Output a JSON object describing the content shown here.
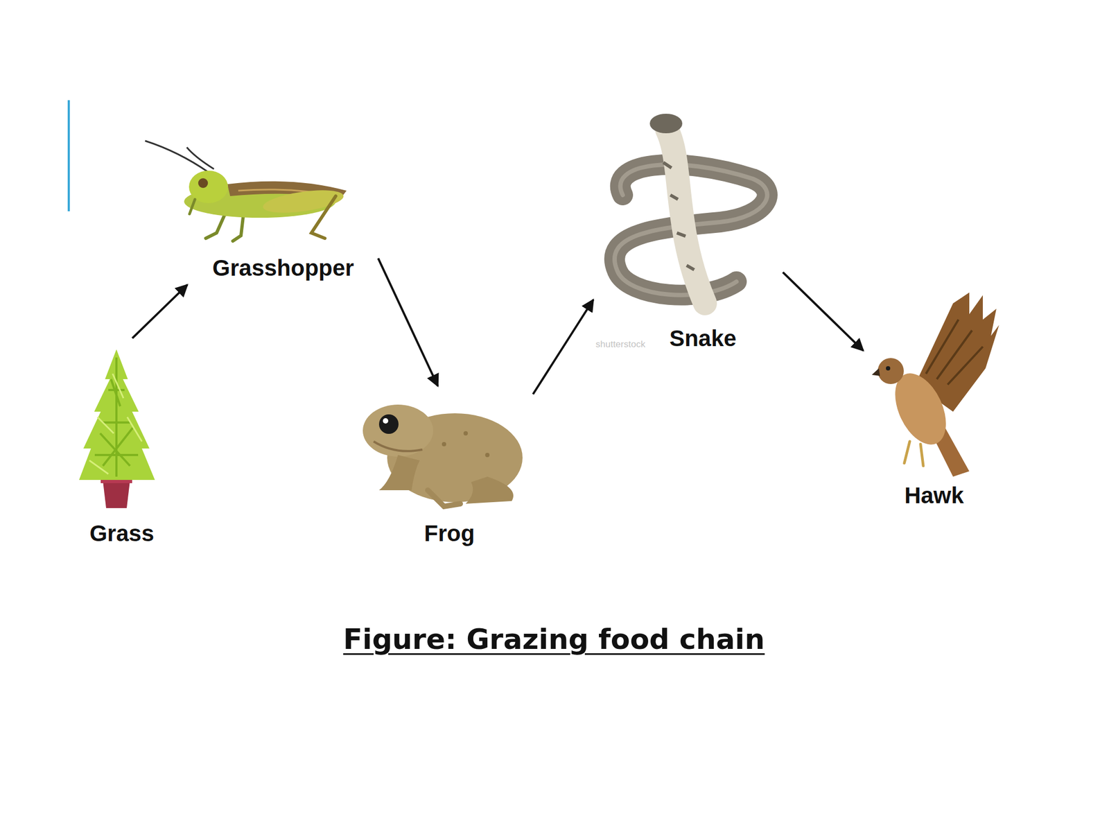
{
  "diagram": {
    "caption": "Figure: Grazing food chain",
    "nodes": [
      {
        "text": [
          "Grass"
        ]
      },
      {
        "text": [
          "Grasshopper"
        ]
      },
      {
        "text": [
          "Frog"
        ]
      },
      {
        "text": [
          "Snake"
        ]
      },
      {
        "text": [
          "Hawk"
        ]
      }
    ],
    "edges": [
      {
        "from": 0,
        "to": 1,
        "arrow": "to"
      },
      {
        "from": 1,
        "to": 2,
        "arrow": "to"
      },
      {
        "from": 2,
        "to": 3,
        "arrow": "to"
      },
      {
        "from": 3,
        "to": 4,
        "arrow": "to"
      }
    ],
    "labels": [
      "shutterstock"
    ]
  }
}
